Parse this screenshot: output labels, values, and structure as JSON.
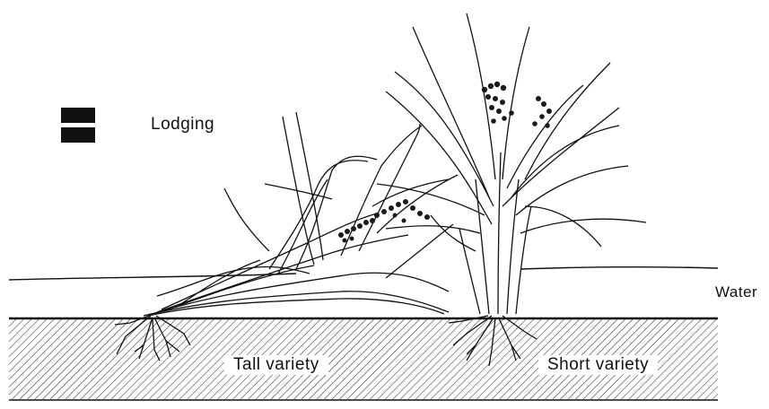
{
  "title": "Lodging",
  "water_label": "Water",
  "tall_label": "Tall variety",
  "short_label": "Short variety",
  "colors": {
    "ink": "#111111",
    "background": "#ffffff",
    "hatch": "#333333",
    "panicle": "#1a1a1a"
  },
  "icons": [
    "lodging-legend-icon",
    "rice-plant-icon",
    "root-icon"
  ]
}
